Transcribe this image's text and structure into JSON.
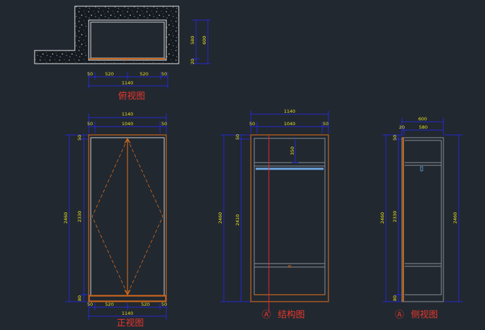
{
  "top_view": {
    "title": "俯视图",
    "dims": {
      "left50": "50",
      "left520": "520",
      "right520": "520",
      "right50": "50",
      "total": "1140",
      "d580": "580",
      "d600": "600",
      "d20": "20"
    }
  },
  "front_view": {
    "title": "正视图",
    "dims": {
      "top_total": "1140",
      "top50a": "50",
      "top1040": "1040",
      "top50b": "50",
      "h2460": "2460",
      "h2330": "2330",
      "h50": "50",
      "h80": "80",
      "bot50a": "50",
      "bot520a": "520",
      "bot520b": "520",
      "bot50b": "50",
      "bot_total": "1140"
    }
  },
  "structure_view": {
    "marker": "Ⓐ",
    "title": "结构图",
    "dims": {
      "top_total": "1140",
      "top50a": "50",
      "top1040": "1040",
      "top50b": "50",
      "h2460": "2460",
      "h2410": "2410",
      "h50": "50",
      "d350": "350"
    }
  },
  "side_view": {
    "marker": "Ⓐ",
    "title": "侧视图",
    "dims": {
      "top600": "600",
      "top20": "20",
      "top580": "580",
      "h2460": "2460",
      "h2330": "2330",
      "h50": "50",
      "h80": "80",
      "r2460": "2460"
    }
  }
}
